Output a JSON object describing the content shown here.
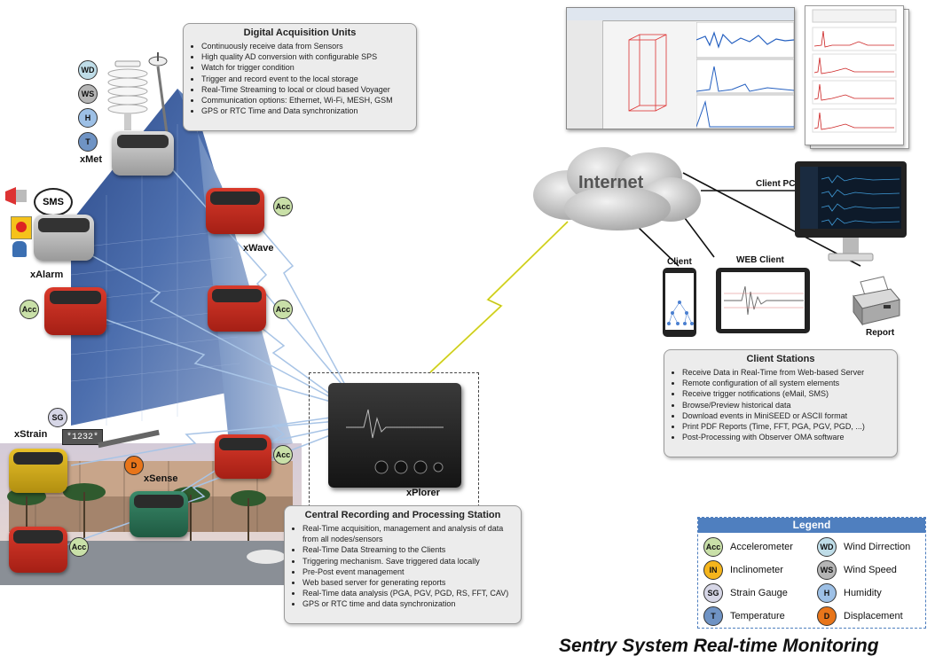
{
  "dau_box": {
    "title": "Digital Acquisition Units",
    "items": [
      "Continuously receive data from Sensors",
      "High quality AD conversion with configurable SPS",
      "Watch for trigger condition",
      "Trigger and record event to the local storage",
      "Real-Time Streaming to local or cloud based Voyager",
      "Communication options: Ethernet, Wi-Fi, MESH, GSM",
      "GPS or RTC Time and Data synchronization"
    ]
  },
  "central_box": {
    "title": "Central Recording and Processing Station",
    "items": [
      "Real-Time acquisition, management and analysis of data from all nodes/sensors",
      "Real-Time Data Streaming to the Clients",
      "Triggering mechanism. Save triggered data locally",
      "Pre-Post event management",
      "Web based server for generating reports",
      "Real-Time data analysis (PGA, PGV, PGD, RS, FFT, CAV)",
      "GPS or RTC time and data synchronization"
    ]
  },
  "client_box": {
    "title": "Client Stations",
    "items": [
      "Receive Data in Real-Time from Web-based Server",
      "Remote configuration of all system elements",
      "Receive trigger notifications (eMail, SMS)",
      "Browse/Preview historical data",
      "Download events in MiniSEED or ASCII format",
      "Print PDF Reports (Time, FFT, PGA, PGV, PGD, ...)",
      "Post-Processing with Observer OMA software"
    ]
  },
  "labels": {
    "xmet": "xMet",
    "xwave": "xWave",
    "xalarm": "xAlarm",
    "xstrain": "xStrain",
    "xsense": "xSense",
    "xplorer": "xPlorer",
    "internet": "Internet",
    "client_pc": "Client PC",
    "client": "Client",
    "web_client": "WEB Client",
    "report": "Report",
    "sms": "SMS",
    "strain_readout": "*1232*"
  },
  "badges": {
    "wd": "WD",
    "ws": "WS",
    "h": "H",
    "t": "T",
    "acc": "Acc",
    "sg": "SG",
    "d": "D",
    "in": "IN"
  },
  "legend": {
    "title": "Legend",
    "items": [
      {
        "badge": "Acc",
        "label": "Accelerometer"
      },
      {
        "badge": "WD",
        "label": "Wind Dirrection"
      },
      {
        "badge": "IN",
        "label": "Inclinometer"
      },
      {
        "badge": "WS",
        "label": "Wind Speed"
      },
      {
        "badge": "SG",
        "label": "Strain Gauge"
      },
      {
        "badge": "H",
        "label": "Humidity"
      },
      {
        "badge": "T",
        "label": "Temperature"
      },
      {
        "badge": "D",
        "label": "Displacement"
      }
    ]
  },
  "footer": {
    "title": "Sentry System Real-time Monitoring"
  },
  "colors": {
    "legend_header": "#4f7fbf",
    "acc": "#c9e0a8",
    "wd": "#bfdde8",
    "ws": "#b5b5b5",
    "h": "#9dc0e6",
    "t": "#6f93c4",
    "in": "#f5b51c",
    "sg": "#d6d6e6",
    "d": "#e8751a"
  }
}
